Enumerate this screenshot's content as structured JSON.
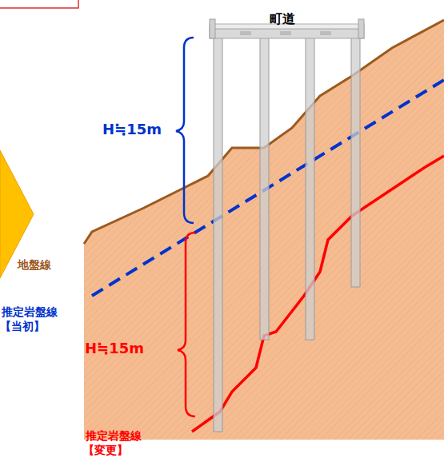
{
  "diagram": {
    "labels": [
      "町道",
      "H≒15m",
      "地盤線",
      "推定岩盤線",
      "【当初】",
      "H≒15m",
      "推定岩盤線",
      "【変更】"
    ]
  }
}
